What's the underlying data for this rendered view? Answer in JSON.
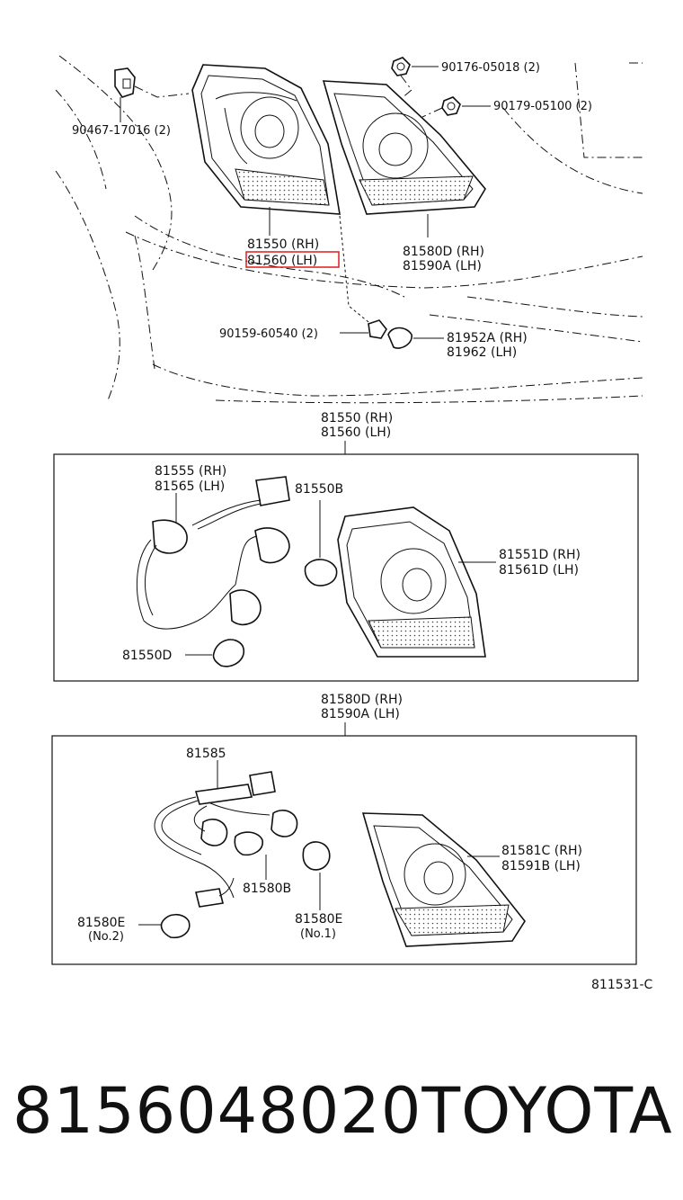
{
  "labels": {
    "p90467": "90467-17016 (2)",
    "p90176": "90176-05018 (2)",
    "p90179": "90179-05100 (2)",
    "p81550_top": "81550 (RH)",
    "p81560_top": "81560 (LH)",
    "p81580d_top": "81580D (RH)",
    "p81590a_top": "81590A (LH)",
    "p90159": "90159-60540 (2)",
    "p81952a": "81952A (RH)",
    "p81962": "81962   (LH)",
    "g1_rh": "81550 (RH)",
    "g1_lh": "81560 (LH)",
    "p81555": "81555 (RH)",
    "p81565": "81565 (LH)",
    "p81550b": "81550B",
    "p81551d": "81551D (RH)",
    "p81561d": "81561D (LH)",
    "p81550d": "81550D",
    "g2_rh": "81580D (RH)",
    "g2_lh": "81590A (LH)",
    "p81585": "81585",
    "p81581c": "81581C (RH)",
    "p81591b": "81591B (LH)",
    "p81580b": "81580B",
    "p81580e_2": "81580E",
    "p81580e_2_note": "(No.2)",
    "p81580e_1": "81580E",
    "p81580e_1_note": "(No.1)",
    "diagram_code": "811531-C"
  },
  "highlight_part": "81560 (LH)",
  "highlight_color": "#e01a1a",
  "footer": {
    "part_number": "8156048020",
    "brand": "TOYOTA"
  }
}
